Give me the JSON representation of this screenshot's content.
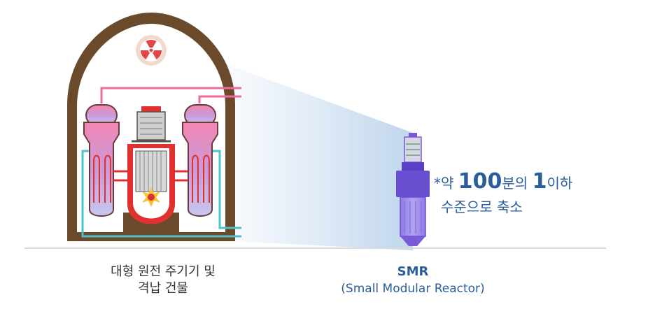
{
  "large_plant": {
    "caption_line1": "대형 원전 주기기 및",
    "caption_line2": "격납 건물",
    "icon": "radiation-icon"
  },
  "smr": {
    "title": "SMR",
    "subtitle": "(Small Modular Reactor)"
  },
  "ratio": {
    "prefix": "*약 ",
    "number": "100",
    "mid": "분의 ",
    "one": "1",
    "suffix": "이하",
    "line2": "수준으로 축소"
  },
  "colors": {
    "accent": "#2a5d9c",
    "containment_brown": "#6b4a2b",
    "pipe_pink": "#f06a9a",
    "pipe_cyan": "#4cc1c8",
    "loop_red": "#e03030",
    "smr_purple": "#7a5bd6"
  }
}
